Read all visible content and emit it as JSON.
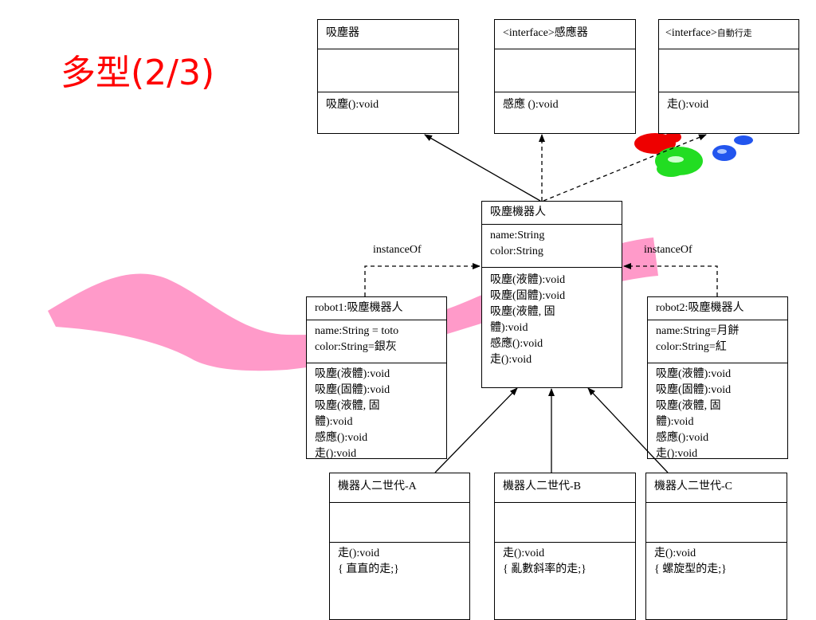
{
  "slide": {
    "title": "多型(2/3)",
    "title_color": "#ff0000"
  },
  "labels": {
    "instance_left": "instanceOf",
    "instance_right": "instanceOf"
  },
  "colors": {
    "brush_stroke": "#ff88c0",
    "blob_red": "#ee0000",
    "blob_green": "#22dd22",
    "blob_blue": "#2255ee",
    "line": "#000000"
  },
  "classes": {
    "vacuum": {
      "name": "吸塵器",
      "attributes": [],
      "methods": [
        "吸塵():void"
      ]
    },
    "sensor": {
      "name": "<interface>感應器",
      "attributes": [],
      "methods": [
        "感應 ():void"
      ]
    },
    "autowalk": {
      "name_prefix": "<interface>",
      "name_suffix": "自動行走",
      "attributes": [],
      "methods": [
        "走():void"
      ]
    },
    "robot": {
      "name": "吸塵機器人",
      "attributes": [
        "name:String",
        "color:String"
      ],
      "methods": [
        "吸塵(液體):void",
        "吸塵(固體):void",
        "吸塵(液體, 固",
        "體):void",
        "感應():void",
        "走():void"
      ]
    },
    "robot1": {
      "name": "robot1:吸塵機器人",
      "attributes": [
        "name:String = toto",
        "color:String=銀灰"
      ],
      "methods": [
        "吸塵(液體):void",
        "吸塵(固體):void",
        "吸塵(液體, 固",
        "體):void",
        "感應():void",
        "走():void"
      ]
    },
    "robot2": {
      "name": "robot2:吸塵機器人",
      "attributes": [
        "name:String=月餅",
        "color:String=紅"
      ],
      "methods": [
        "吸塵(液體):void",
        "吸塵(固體):void",
        "吸塵(液體, 固",
        "體):void",
        "感應():void",
        "走():void"
      ]
    },
    "gen2a": {
      "name": "機器人二世代-A",
      "attributes": [],
      "methods": [
        "走():void",
        "{ 直直的走;}"
      ]
    },
    "gen2b": {
      "name": "機器人二世代-B",
      "attributes": [],
      "methods": [
        "走():void",
        "{ 亂數斜率的走;}"
      ]
    },
    "gen2c": {
      "name": "機器人二世代-C",
      "attributes": [],
      "methods": [
        "走():void",
        "{ 螺旋型的走;}"
      ]
    }
  }
}
